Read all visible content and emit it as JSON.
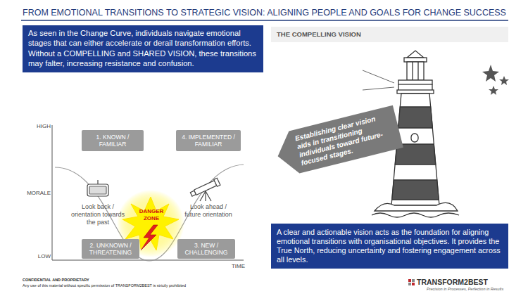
{
  "diagram": {
    "title": "FROM EMOTIONAL TRANSITIONS TO STRATEGIC VISION: ALIGNING PEOPLE AND GOALS FOR CHANGE SUCCESS",
    "nodes": [
      {
        "text": [
          "As seen in the Change Curve, individuals navigate emotional stages that can either accelerate or derail transformation efforts.",
          "Without a COMPELLING and SHARED VISION, these transitions may falter, increasing resistance and confusion."
        ]
      },
      {
        "text": [
          "THE COMPELLING VISION"
        ]
      },
      {
        "text": [
          "1. KNOWN / FAMILIAR"
        ]
      },
      {
        "text": [
          "4. IMPLEMENTED / FAMILIAR"
        ]
      },
      {
        "text": [
          "Establishing clear vision aids in transitioning individuals toward future-focused stages."
        ]
      },
      {
        "text": [
          "DANGER ZONE"
        ]
      },
      {
        "text": [
          "2. UNKNOWN / THREATENING"
        ]
      },
      {
        "text": [
          "3. NEW / CHALLENGING"
        ]
      },
      {
        "text": [
          "A clear and actionable vision acts as the foundation for aligning emotional transitions with organisational objectives. It provides the True North, reducing uncertainty and fostering engagement across all levels."
        ]
      }
    ],
    "labels": [
      "HIGH",
      "MORALE",
      "LOW",
      "Look back / orientation towards the past",
      "Look ahead / future orientation",
      "TIME",
      "CONFIDENTIAL AND PROPRIETARY",
      "Any use of this material without specific permission of TRANSFORM2BEST is strictly prohibited",
      "TRANSFORM2BEST",
      "Precision in Processes, Perfection in Results"
    ]
  }
}
